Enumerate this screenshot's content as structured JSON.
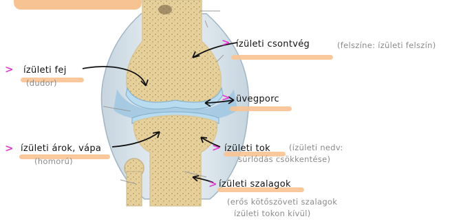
{
  "labels": {
    "izuleti_fej": "ízületi fej",
    "izuleti_fej_note": "(dudor)",
    "izuleti_arok": "ízületi árok, vápa",
    "izuleti_arok_note": "(homorú)",
    "izuleti_csontveg": "ízületi csontvég",
    "izuleti_csontveg_note": "(felszíne: ízületi felszín)",
    "uvegporc": "üvegporc",
    "izuleti_tok": "ízületi tok",
    "izuleti_tok_note_1": "(ízületi nedv:",
    "izuleti_tok_note_2": "súrlódás csökkentése)",
    "izuleti_szalagok": "ízületi szalagok",
    "izuleti_szalagok_note_1": "(erős kötőszöveti szalagok",
    "izuleti_szalagok_note_2": "ízületi tokon kívül)"
  },
  "colors": {
    "highlight": "#f8c392",
    "bullet": "#e23ad0",
    "bone": "#e9d5a6",
    "cartilage": "#a9cfe6",
    "capsule": "#d5dde3"
  },
  "icons": {
    "bullet": "arrowhead-right-icon"
  }
}
